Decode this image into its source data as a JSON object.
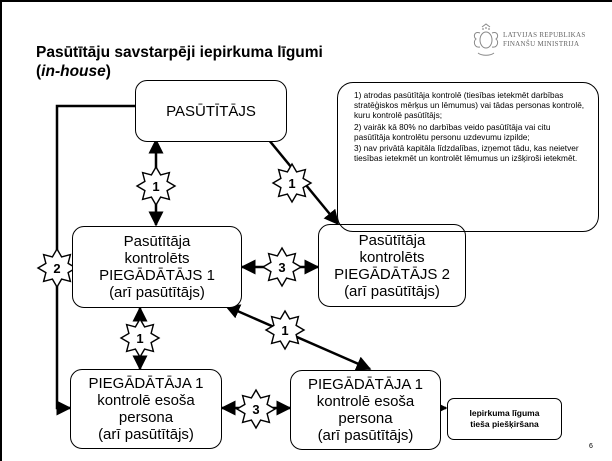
{
  "title_main": "Pasūtītāju savstarpēji iepirkuma līgumi (",
  "title_italic": "in-house",
  "title_end": ")",
  "logo": {
    "line1": "LATVIJAS REPUBLIKAS",
    "line2": "FINANŠU MINISTRIJA",
    "icon": "coat-of-arms-icon"
  },
  "boxes": {
    "pasutitajs": [
      "PASŪTĪTĀJS"
    ],
    "piegadatajs1": [
      "Pasūtītāja",
      "kontrolēts",
      "PIEGĀDĀTĀJS 1",
      "(arī pasūtītājs)"
    ],
    "piegadatajs2": [
      "Pasūtītāja",
      "kontrolēts",
      "PIEGĀDĀTĀJS 2",
      "(arī pasūtītājs)"
    ],
    "persona1": [
      "PIEGĀDĀTĀJA 1",
      "kontrolē esoša",
      "persona",
      "(arī pasūtītājs)"
    ],
    "persona2": [
      "PIEGĀDĀTĀJA 1",
      "kontrolē esoša",
      "persona",
      "(arī pasūtītājs)"
    ]
  },
  "note": [
    "1) atrodas pasūtītāja kontrolē (tiesības ietekmēt darbības stratēģiskos mērķus un lēmumus) vai tādas personas kontrolē, kuru kontrolē pasūtītājs;",
    "2) vairāk kā 80% no darbības veido pasūtītāja vai citu pasūtītāja kontrolētu personu uzdevumu izpilde;",
    "3) nav privātā kapitāla līdzdalības, izņemot tādu, kas neietver tiesības ietekmēt un kontrolēt lēmumus un izšķiroši ietekmēt."
  ],
  "legend": [
    "Iepirkuma līguma",
    "tieša piešķiršana"
  ],
  "stars": [
    {
      "label": "2"
    },
    {
      "label": "1"
    },
    {
      "label": "1"
    },
    {
      "label": "3"
    },
    {
      "label": "1"
    },
    {
      "label": "1"
    },
    {
      "label": "3"
    }
  ],
  "page_number": "6"
}
